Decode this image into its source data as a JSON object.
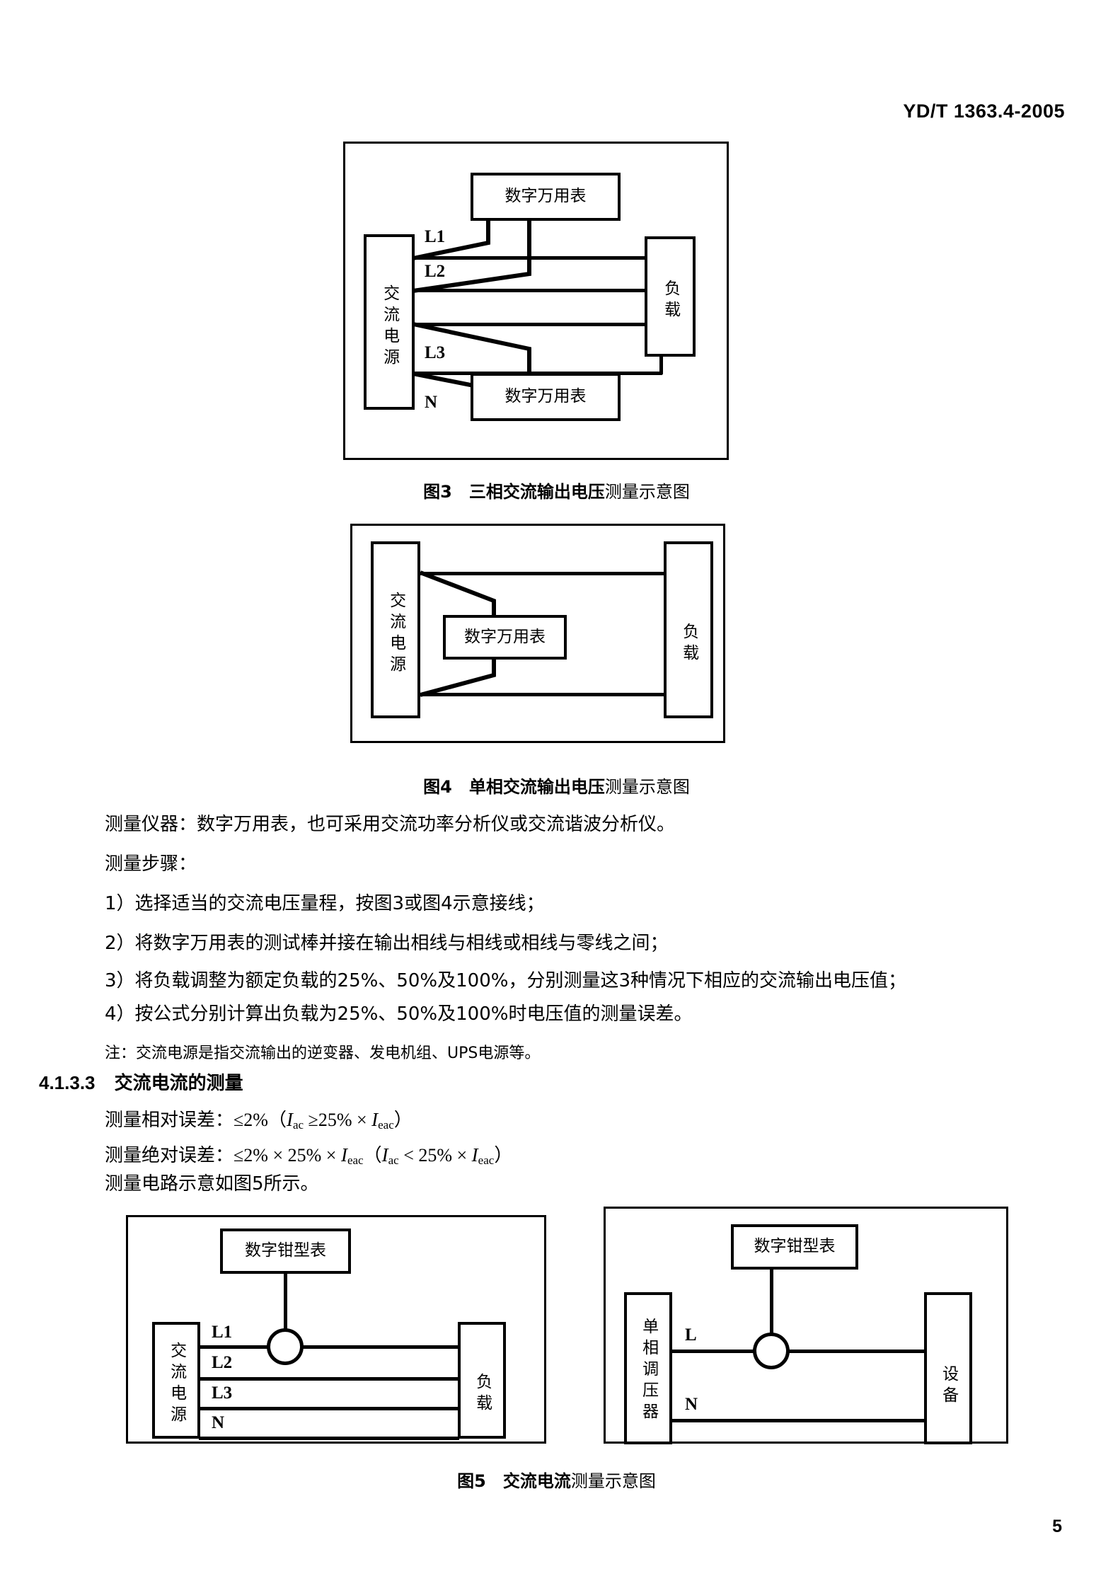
{
  "header": {
    "standard_id": "YD/T 1363.4-2005"
  },
  "footer": {
    "page_number": "5"
  },
  "figure3": {
    "caption_bold": "图3　三相交流输出电压",
    "caption_rest": "测量示意图",
    "meter_top": "数字万用表",
    "meter_bottom": "数字万用表",
    "source": "交流电源",
    "load": "负载",
    "line_labels": {
      "l1": "L1",
      "l2": "L2",
      "l3": "L3",
      "n": "N"
    }
  },
  "figure4": {
    "caption_bold": "图4　单相交流输出电压",
    "caption_rest": "测量示意图",
    "source": "交流电源",
    "meter": "数字万用表",
    "load": "负载"
  },
  "body": {
    "instrument_line": "测量仪器：数字万用表，也可采用交流功率分析仪或交流谐波分析仪。",
    "steps_heading": "测量步骤：",
    "steps": [
      "1）选择适当的交流电压量程，按图3或图4示意接线；",
      "2）将数字万用表的测试棒并接在输出相线与相线或相线与零线之间；",
      "3）将负载调整为额定负载的25%、50%及100%，分别测量这3种情况下相应的交流输出电压值；",
      "4）按公式分别计算出负载为25%、50%及100%时电压值的测量误差。"
    ],
    "note": "注：交流电源是指交流输出的逆变器、发电机组、UPS电源等。"
  },
  "section": {
    "number": "4.1.3.3",
    "title": "交流电流的测量",
    "formula_relative_label": "测量相对误差：",
    "formula_relative_value": "≤2%（I_ac ≥25% × I_eac）",
    "formula_absolute_label": "测量绝对误差：",
    "formula_absolute_value": "≤2% × 25% × I_eac（I_ac < 25% × I_eac）",
    "circuit_ref": "测量电路示意如图5所示。"
  },
  "figure5": {
    "caption_bold": "图5　交流电流",
    "caption_rest": "测量示意图",
    "left": {
      "source": "交流电源",
      "meter": "数字钳型表",
      "load": "负载",
      "line_labels": {
        "l1": "L1",
        "l2": "L2",
        "l3": "L3",
        "n": "N"
      }
    },
    "right": {
      "regulator": "单相调压器",
      "meter": "数字钳型表",
      "equipment": "设备",
      "line_labels": {
        "l": "L",
        "n": "N"
      }
    }
  }
}
